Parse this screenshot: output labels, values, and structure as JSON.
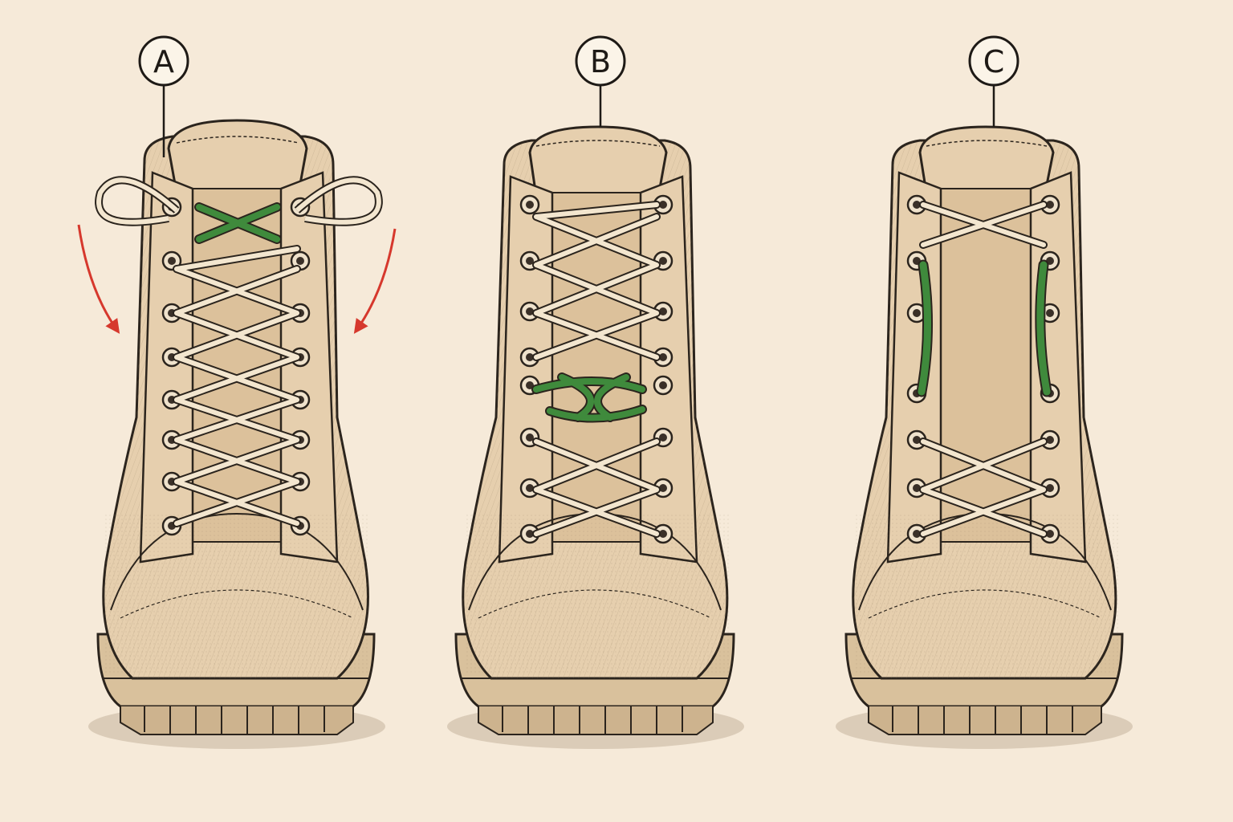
{
  "panels": [
    {
      "id": "a",
      "label": "A",
      "technique": "top-loop-lock",
      "highlight_color": "#3f8a3c",
      "arrow_color": "#d6382d"
    },
    {
      "id": "b",
      "label": "B",
      "technique": "mid-surgeon-knot",
      "highlight_color": "#3f8a3c"
    },
    {
      "id": "c",
      "label": "C",
      "technique": "window-skip",
      "highlight_color": "#3f8a3c"
    }
  ],
  "colors": {
    "background": "#f6ead9",
    "leather": "#e6cfae",
    "leather_shadow": "#cdb38e",
    "sole": "#d9c19c",
    "outline": "#2b241d",
    "lace": "#f3e6cf",
    "highlight": "#3f8a3c",
    "arrow": "#d6382d"
  }
}
